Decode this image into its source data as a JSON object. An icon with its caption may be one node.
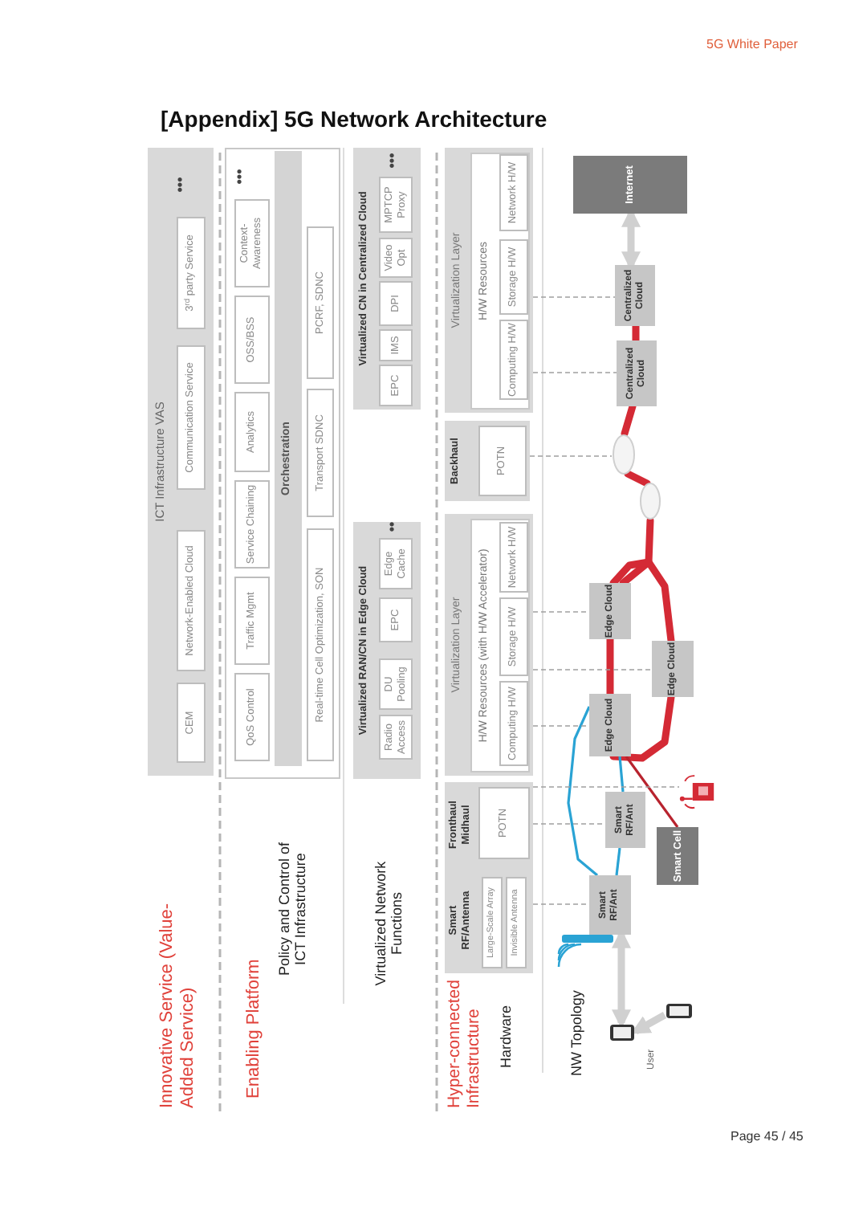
{
  "diagram": {
    "title": "[Appendix] 5G Network Architecture",
    "nodes": [
      {
        "text": [
          "ICT Infrastructure VAS"
        ]
      },
      {
        "text": [
          "CEM"
        ],
        "in": 0
      },
      {
        "text": [
          "Network-Enabled Cloud"
        ],
        "in": 0
      },
      {
        "text": [
          "Communication Service"
        ],
        "in": 0
      },
      {
        "text": [
          "3$^{rd}$ party Service"
        ],
        "in": 0
      },
      {
        "text": [],
        "shape": "box"
      },
      {
        "text": [
          "QoS Control"
        ],
        "in": 5
      },
      {
        "text": [
          "Traffic Mgmt"
        ],
        "in": 5
      },
      {
        "text": [
          "Service Chaining"
        ],
        "in": 5
      },
      {
        "text": [
          "Analytics"
        ],
        "in": 5
      },
      {
        "text": [
          "OSS/BSS"
        ],
        "in": 5
      },
      {
        "text": [
          "Context-Awareness"
        ],
        "in": 5
      },
      {
        "text": [
          "Orchestration"
        ],
        "in": 5
      },
      {
        "text": [
          "Real-time Cell Optimization, SON"
        ],
        "in": 5
      },
      {
        "text": [
          "Transport SDNC"
        ],
        "in": 5
      },
      {
        "text": [
          "PCRF, SDNC"
        ],
        "in": 5
      },
      {
        "text": [
          "Virtualized RAN/CN in Edge Cloud"
        ]
      },
      {
        "text": [
          "Radio Access"
        ],
        "in": 16
      },
      {
        "text": [
          "DU Pooling"
        ],
        "in": 16
      },
      {
        "text": [
          "EPC"
        ],
        "in": 16
      },
      {
        "text": [
          "Edge Cache"
        ],
        "in": 16
      },
      {
        "text": [
          "Virtualized CN in Centralized Cloud"
        ]
      },
      {
        "text": [
          "EPC"
        ],
        "in": 21
      },
      {
        "text": [
          "IMS"
        ],
        "in": 21
      },
      {
        "text": [
          "DPI"
        ],
        "in": 21
      },
      {
        "text": [
          "Video Opt"
        ],
        "in": 21
      },
      {
        "text": [
          "MPTCP Proxy"
        ],
        "in": 21
      },
      {
        "text": [
          "Smart RF/Antenna"
        ]
      },
      {
        "text": [
          "Large-Scale Array"
        ],
        "in": 27
      },
      {
        "text": [
          "Invisible Antenna"
        ],
        "in": 27
      },
      {
        "text": [
          "Fronthaul Midhaul"
        ]
      },
      {
        "text": [
          "POTN"
        ],
        "in": 30
      },
      {
        "text": [
          "Virtualization Layer"
        ]
      },
      {
        "text": [
          "H/W Resources (with H/W Accelerator)"
        ],
        "in": 32
      },
      {
        "text": [
          "Computing H/W"
        ],
        "in": 33
      },
      {
        "text": [
          "Storage H/W"
        ],
        "in": 33
      },
      {
        "text": [
          "Network H/W"
        ],
        "in": 33
      },
      {
        "text": [
          "Backhaul"
        ]
      },
      {
        "text": [
          "POTN"
        ],
        "in": 37
      },
      {
        "text": [
          "Virtualization Layer"
        ]
      },
      {
        "text": [
          "H/W Resources"
        ],
        "in": 39
      },
      {
        "text": [
          "Computing H/W"
        ],
        "in": 40
      },
      {
        "text": [
          "Storage H/W"
        ],
        "in": 40
      },
      {
        "text": [
          "Network H/W"
        ],
        "in": 40
      },
      {
        "text": [
          "Internet"
        ]
      },
      {
        "text": [
          "Centralized Cloud"
        ]
      },
      {
        "text": [
          "Centralized Cloud"
        ]
      },
      {
        "text": [],
        "shape": "circle"
      },
      {
        "text": [],
        "shape": "circle"
      },
      {
        "text": [
          "Edge Cloud"
        ]
      },
      {
        "text": [
          "Edge Cloud"
        ]
      },
      {
        "text": [
          "Edge Cloud"
        ]
      },
      {
        "text": [],
        "shape": "picture"
      },
      {
        "text": [
          "Smart Cell"
        ]
      },
      {
        "text": [
          "Smart RF/Ant"
        ]
      },
      {
        "text": [
          "Smart RF/Ant"
        ]
      },
      {
        "text": [],
        "shape": "phone"
      },
      {
        "text": [],
        "shape": "phone"
      }
    ],
    "edges": [
      {
        "from": 44,
        "to": 45,
        "arrow": "both",
        "style": "thick",
        "color": "#d0d0d0"
      },
      {
        "from": 45,
        "to": 46,
        "arrow": "none",
        "style": "thick",
        "color": "#d42a35"
      },
      {
        "from": 46,
        "to": 47,
        "arrow": "none",
        "style": "thick",
        "color": "#d42a35"
      },
      {
        "from": 47,
        "to": 48,
        "arrow": "none",
        "style": "thick",
        "color": "#d42a35"
      },
      {
        "from": 48,
        "to": 49,
        "arrow": "none",
        "style": "thick",
        "color": "#d42a35"
      },
      {
        "from": 49,
        "to": 51,
        "arrow": "none",
        "style": "thick",
        "color": "#d42a35"
      },
      {
        "from": 49,
        "to": 50,
        "arrow": "none",
        "style": "thick",
        "color": "#d42a35"
      },
      {
        "from": 50,
        "to": 51,
        "arrow": "none",
        "style": "thick",
        "color": "#d42a35"
      },
      {
        "from": 51,
        "to": 53,
        "arrow": "none",
        "color": "#b8232e"
      },
      {
        "from": 51,
        "to": 54,
        "arrow": "none",
        "color": "#2aa3d4"
      },
      {
        "from": 54,
        "to": 55,
        "arrow": "none",
        "color": "#2aa3d4"
      },
      {
        "from": 51,
        "to": 55,
        "arrow": "none",
        "color": "#2aa3d4"
      },
      {
        "from": 55,
        "to": 56,
        "arrow": "both",
        "style": "thick",
        "color": "#d0d0d0"
      },
      {
        "from": 57,
        "to": 56,
        "arrow": "to",
        "style": "thick",
        "color": "#d0d0d0"
      },
      {
        "from": 39,
        "to": 45,
        "arrow": "none",
        "style": "dashed",
        "color": "#a0a0a0"
      },
      {
        "from": 39,
        "to": 46,
        "arrow": "none",
        "style": "dashed",
        "color": "#a0a0a0"
      },
      {
        "from": 37,
        "to": 47,
        "arrow": "none",
        "style": "dashed",
        "color": "#a0a0a0"
      },
      {
        "from": 32,
        "to": 49,
        "arrow": "none",
        "style": "dashed",
        "color": "#a0a0a0"
      },
      {
        "from": 32,
        "to": 50,
        "arrow": "none",
        "style": "dashed",
        "color": "#a0a0a0"
      },
      {
        "from": 32,
        "to": 51,
        "arrow": "none",
        "style": "dashed",
        "color": "#a0a0a0"
      },
      {
        "from": 30,
        "to": 52,
        "arrow": "none",
        "style": "dashed",
        "color": "#a0a0a0"
      },
      {
        "from": 30,
        "to": 54,
        "arrow": "none",
        "style": "dashed",
        "color": "#a0a0a0"
      },
      {
        "from": 27,
        "to": 55,
        "arrow": "none",
        "style": "dashed",
        "color": "#a0a0a0"
      }
    ],
    "labels": [
      "5G White Paper",
      "Innovative Service (Value-Added Service)",
      "•••",
      "Enabling Platform",
      "Policy and Control of ICT Infrastructure",
      "•••",
      "Virtualized Network Functions",
      "••",
      "•••",
      "Hyper-connected Infrastructure",
      "Hardware",
      "NW Topology",
      "User",
      "Page 45 / 45"
    ]
  }
}
